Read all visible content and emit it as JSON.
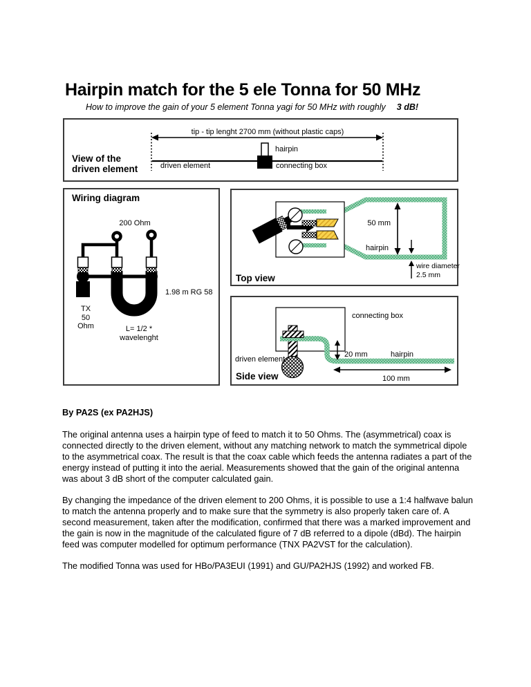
{
  "page": {
    "title": "Hairpin match for the 5 ele Tonna for 50 MHz",
    "subtitle": "How to improve the gain of your 5 element Tonna yagi for 50 MHz with roughly",
    "subtitle_emphasis": "3 dB!"
  },
  "element_view": {
    "title_line1": "View of the",
    "title_line2": "driven element",
    "labels": {
      "tip_length": "tip - tip lenght 2700 mm (without plastic caps)",
      "hairpin": "hairpin",
      "driven_element": "driven element",
      "connecting_box": "connecting box"
    }
  },
  "wiring": {
    "title": "Wiring diagram",
    "labels": {
      "impedance": "200 Ohm",
      "coax": "1.98 m RG 58",
      "tx_line1": "TX",
      "tx_line2": "50",
      "tx_line3": "Ohm",
      "loop_line1": "L= 1/2 *",
      "loop_line2": "wavelenght"
    }
  },
  "top_view": {
    "title": "Top view",
    "labels": {
      "width": "50 mm",
      "hairpin": "hairpin",
      "wire_diameter_line1": "wire diameter",
      "wire_diameter_line2": "2.5 mm"
    }
  },
  "side_view": {
    "title": "Side view",
    "labels": {
      "connecting_box": "connecting box",
      "drop": "20 mm",
      "hairpin": "hairpin",
      "driven_element": "driven element",
      "length": "100 mm"
    }
  },
  "article": {
    "byline": "By PA2S (ex PA2HJS)",
    "paragraphs": [
      "The original antenna uses a hairpin type of feed to match it to 50 Ohms. The (asymmetrical) coax is connected directly to the driven element, without any matching network to match the symmetrical dipole to the asymmetrical coax. The result is that the coax cable which feeds the antenna radiates a part of the energy instead of putting it into the aerial. Measurements showed that the gain of the original antenna was about 3 dB short of the computer calculated gain.",
      "By changing the impedance of the driven element to 200 Ohms, it is possible to use a 1:4 halfwave balun to match the antenna properly and to make sure that the symmetry is also properly taken care of. A second measurement, taken after the modification, confirmed that there was a marked improvement and the gain is now in the magnitude of the calculated figure of 7 dB referred to a dipole (dBd). The hairpin feed was computer modelled for optimum performance (TNX PA2VST for the calculation).",
      "The modified Tonna was used for HBo/PA3EUI (1991) and GU/PA2HJS (1992) and worked FB."
    ]
  },
  "colors": {
    "wire_green": "#57b383",
    "wire_green_light": "#9fd4b6",
    "element_yellow": "#f8d34d",
    "element_yellow_dark": "#d9a528"
  }
}
